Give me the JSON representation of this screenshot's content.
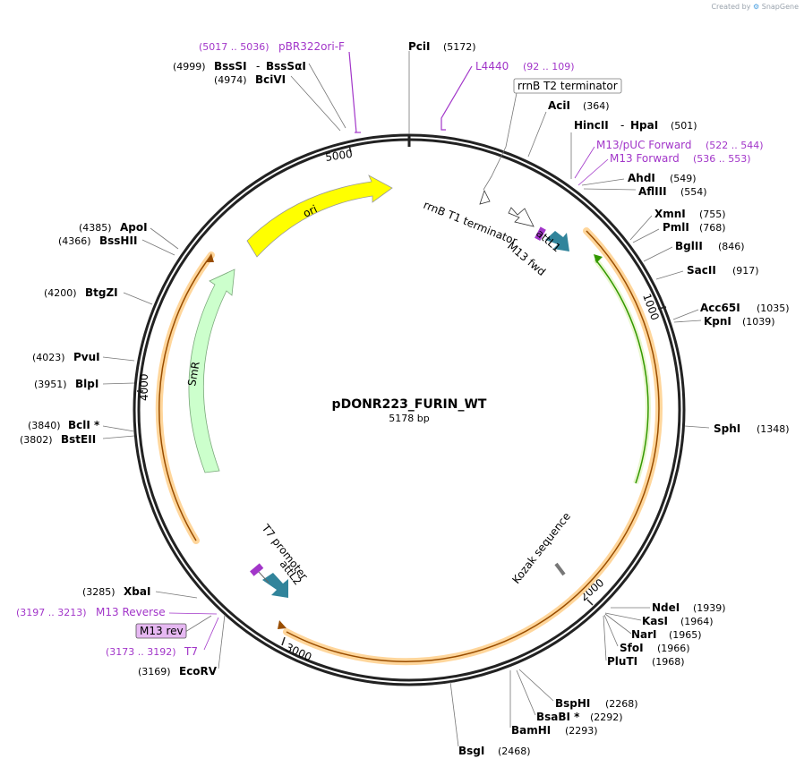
{
  "credit": "Created by",
  "credit_brand": "SnapGene",
  "plasmid": {
    "name": "pDONR223_FURIN_WT",
    "size": "5178 bp"
  },
  "ticks": [
    "1000",
    "2000",
    "3000",
    "4000",
    "5000"
  ],
  "sites": {
    "pcii": {
      "name": "PciI",
      "pos": "(5172)"
    },
    "l4440": {
      "name": "L4440",
      "pos": "(92 .. 109)"
    },
    "rrnb_t2": {
      "name": "rrnB T2 terminator"
    },
    "acii": {
      "name": "AciI",
      "pos": "(364)"
    },
    "hincii": {
      "name": "HincII",
      "sep": "-",
      "name2": "HpaI",
      "pos": "(501)"
    },
    "m13puc": {
      "name": "M13/pUC Forward",
      "pos": "(522 .. 544)"
    },
    "m13fwd_p": {
      "name": "M13 Forward",
      "pos": "(536 .. 553)"
    },
    "ahdi": {
      "name": "AhdI",
      "pos": "(549)"
    },
    "aflii": {
      "name": "AflIII",
      "pos": "(554)"
    },
    "xmni": {
      "name": "XmnI",
      "pos": "(755)"
    },
    "pmli": {
      "name": "PmlI",
      "pos": "(768)"
    },
    "bglii": {
      "name": "BglII",
      "pos": "(846)"
    },
    "sacii": {
      "name": "SacII",
      "pos": "(917)"
    },
    "acc65i": {
      "name": "Acc65I",
      "pos": "(1035)"
    },
    "kpni": {
      "name": "KpnI",
      "pos": "(1039)"
    },
    "sphi": {
      "name": "SphI",
      "pos": "(1348)"
    },
    "ndei": {
      "name": "NdeI",
      "pos": "(1939)"
    },
    "kasi": {
      "name": "KasI",
      "pos": "(1964)"
    },
    "nari": {
      "name": "NarI",
      "pos": "(1965)"
    },
    "sfoi": {
      "name": "SfoI",
      "pos": "(1966)"
    },
    "pluti": {
      "name": "PluTI",
      "pos": "(1968)"
    },
    "bsphi": {
      "name": "BspHI",
      "pos": "(2268)"
    },
    "bsabi": {
      "name": "BsaBI *",
      "pos": "(2292)"
    },
    "bamhi": {
      "name": "BamHI",
      "pos": "(2293)"
    },
    "bsgi": {
      "name": "BsgI",
      "pos": "(2468)"
    },
    "ecorv": {
      "name": "EcoRV",
      "pos": "(3169)"
    },
    "t7": {
      "name": "T7",
      "pos": "(3173 .. 3192)"
    },
    "m13rev_box": {
      "name": "M13 rev"
    },
    "m13rev": {
      "name": "M13 Reverse",
      "pos": "(3197 .. 3213)"
    },
    "xbai": {
      "name": "XbaI",
      "pos": "(3285)"
    },
    "bsteii": {
      "name": "BstEII",
      "pos": "(3802)"
    },
    "bcli": {
      "name": "BclI *",
      "pos": "(3840)"
    },
    "blpi": {
      "name": "BlpI",
      "pos": "(3951)"
    },
    "pvui": {
      "name": "PvuI",
      "pos": "(4023)"
    },
    "btgzi": {
      "name": "BtgZI",
      "pos": "(4200)"
    },
    "bsshii": {
      "name": "BssHII",
      "pos": "(4366)"
    },
    "apoi": {
      "name": "ApoI",
      "pos": "(4385)"
    },
    "bcivi": {
      "name": "BciVI",
      "pos": "(4974)"
    },
    "bsssi": {
      "name": "BssSI",
      "sep": "-",
      "name2": "BssSαI",
      "pos": "(4999)"
    },
    "pbr322": {
      "name": "pBR322ori-F",
      "pos": "(5017 .. 5036)"
    }
  },
  "features": {
    "ori": "ori",
    "smr": "SmR",
    "rrnb_t1": "rrnB T1 terminator",
    "m13fwd": "M13 fwd",
    "attl1": "attL1",
    "t7promoter": "T7 promoter",
    "attl2": "attL2",
    "kozak": "Kozak sequence"
  },
  "colors": {
    "backbone": "#222222",
    "ori": "#ffff00",
    "smr": "#ccffcc",
    "att": "#31849b",
    "primer": "#a236c9",
    "orf": "#ffd69b",
    "furin_line": "#994d00",
    "green_line": "#339900"
  }
}
